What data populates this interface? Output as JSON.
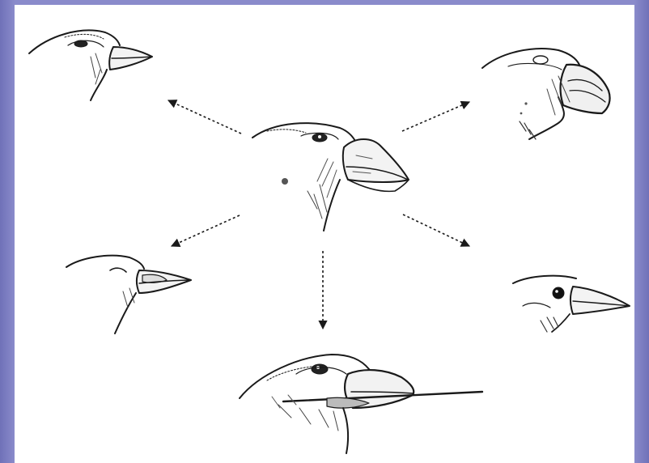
{
  "diagram": {
    "ink_color": "#1a1a1a",
    "arrow_style": "dotted",
    "colors": {
      "frame": "#7f80c2",
      "panel": "#ffffff",
      "ink": "#1a1a1a"
    },
    "nodes": [
      {
        "id": "center",
        "icon": "finch-head-heavy-beak-icon"
      },
      {
        "id": "top-left",
        "icon": "finch-head-pointed-beak-icon"
      },
      {
        "id": "top-right",
        "icon": "finch-head-parrot-beak-icon"
      },
      {
        "id": "mid-left",
        "icon": "finch-head-small-beak-icon"
      },
      {
        "id": "mid-right",
        "icon": "finch-head-slender-beak-icon"
      },
      {
        "id": "bottom",
        "icon": "finch-head-tool-using-icon"
      }
    ],
    "edges": [
      {
        "from": "center",
        "to": "top-left"
      },
      {
        "from": "center",
        "to": "top-right"
      },
      {
        "from": "center",
        "to": "mid-left"
      },
      {
        "from": "center",
        "to": "mid-right"
      },
      {
        "from": "center",
        "to": "bottom"
      }
    ]
  }
}
